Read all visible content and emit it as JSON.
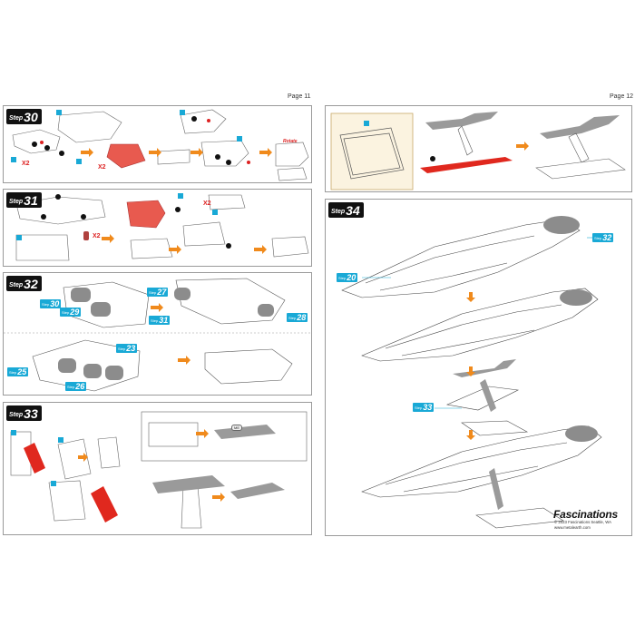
{
  "pages": {
    "left_label": "Page 11",
    "right_label": "Page 12"
  },
  "step_word": "Step",
  "steps": {
    "s30": "30",
    "s31": "31",
    "s32": "32",
    "s33": "33",
    "s34": "34"
  },
  "callouts": {
    "step32_a": "30",
    "step32_b": "29",
    "step32_c": "27",
    "step32_d": "31",
    "step32_e": "28",
    "step32_f": "23",
    "step32_g": "25",
    "step32_h": "26",
    "step34_a": "32",
    "step34_b": "20",
    "step34_c": "33"
  },
  "marks": {
    "quantity": "X2",
    "rotate": "Rotate",
    "part_me": "ME"
  },
  "brand": {
    "name": "Fascinations",
    "copyright": "© 2023 Fascinations Seattle, WA",
    "website": "www.metalearth.com"
  },
  "colors": {
    "accent_blue": "#19a9d6",
    "part_red": "#e0281e",
    "panel_border": "#9a9a9a",
    "arrow_orange": "#f08a1c",
    "badge_black": "#111111"
  }
}
